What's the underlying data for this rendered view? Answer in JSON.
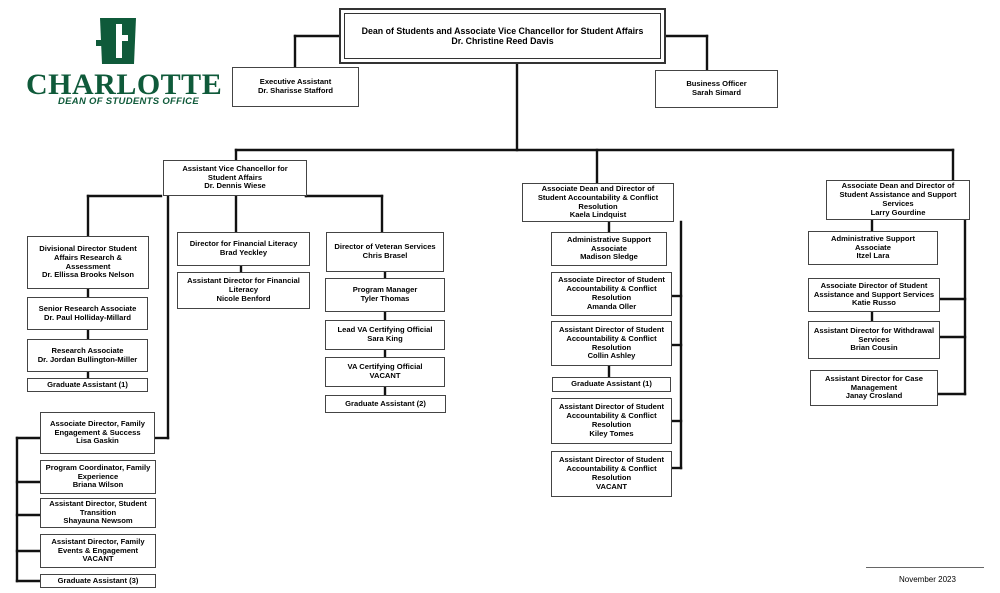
{
  "logo": {
    "wordmark": "CHARLOTTE",
    "subtitle": "DEAN OF STUDENTS OFFICE",
    "color": "#0f5a3a"
  },
  "date": "November 2023",
  "nodes": {
    "dean": {
      "title": "Dean of Students and Associate Vice Chancellor for Student Affairs",
      "name": "Dr. Christine Reed Davis"
    },
    "exec_asst": {
      "title": "Executive Assistant",
      "name": "Dr. Sharisse Stafford"
    },
    "biz_officer": {
      "title": "Business Officer",
      "name": "Sarah Simard"
    },
    "avc": {
      "title": "Assistant  Vice Chancellor for Student Affairs",
      "name": "Dr. Dennis Wiese"
    },
    "div_dir": {
      "title": "Divisional Director Student Affairs  Research & Assessment",
      "name": "Dr. Ellissa Brooks Nelson"
    },
    "sr_research": {
      "title": "Senior Research Associate",
      "name": "Dr. Paul Holliday-Millard"
    },
    "research_assoc": {
      "title": "Research Associate",
      "name": "Dr. Jordan Bullington-Miller"
    },
    "ga_research": {
      "title": "Graduate Assistant (1)",
      "name": ""
    },
    "dir_fin": {
      "title": "Director for Financial Literacy",
      "name": "Brad Yeckley"
    },
    "asst_fin": {
      "title": "Assistant  Director for Financial Literacy",
      "name": "Nicole Benford"
    },
    "dir_vet": {
      "title": "Director of Veteran  Services",
      "name": "Chris Brasel"
    },
    "prog_mgr": {
      "title": "Program Manager",
      "name": "Tyler Thomas"
    },
    "lead_va": {
      "title": "Lead VA  Certifying Official",
      "name": "Sara King"
    },
    "va_cert": {
      "title": "VA  Certifying Official",
      "name": "VACANT"
    },
    "ga_vet": {
      "title": "Graduate Assistant  (2)",
      "name": ""
    },
    "assoc_family": {
      "title": "Associate  Director, Family Engagement & Success",
      "name": "Lisa Gaskin"
    },
    "prog_coord": {
      "title": "Program Coordinator, Family Experience",
      "name": "Briana Wilson"
    },
    "asst_transition": {
      "title": "Assistant  Director,  Student Transition",
      "name": "Shayauna Newsom"
    },
    "asst_family_events": {
      "title": "Assistant  Director, Family Events & Engagement",
      "name": "VACANT"
    },
    "ga_family": {
      "title": "Graduate Assistant  (3)",
      "name": ""
    },
    "assoc_dean_acc": {
      "title": "Associate  Dean and Director of Student Accountability & Conflict Resolution",
      "name": "Kaela Lindquist"
    },
    "admin_acc": {
      "title": "Administrative  Support Associate",
      "name": "Madison Sledge"
    },
    "assoc_dir_acc": {
      "title": "Associate  Director of Student Accountability & Conflict Resolution",
      "name": "Amanda  Oller"
    },
    "asst_acc_1": {
      "title": "Assistant  Director of Student Accountability & Conflict Resolution",
      "name": "Collin Ashley"
    },
    "ga_acc": {
      "title": "Graduate Assistant  (1)",
      "name": ""
    },
    "asst_acc_2": {
      "title": "Assistant  Director of Student Accountability & Conflict Resolution",
      "name": "Kiley Tomes"
    },
    "asst_acc_3": {
      "title": "Assistant  Director of Student Accountability & Conflict Resolution",
      "name": "VACANT"
    },
    "assoc_dean_ass": {
      "title": "Associate  Dean and Director of Student Assistance  and Support Services",
      "name": "Larry Gourdine"
    },
    "admin_ass": {
      "title": "Administrative  Support Associate",
      "name": "Itzel Lara"
    },
    "assoc_dir_ass": {
      "title": "Associate  Director of Student Assistance  and Support Services",
      "name": "Katie Russo"
    },
    "asst_withdraw": {
      "title": "Assistant  Director for Withdrawal Services",
      "name": "Brian Cousin"
    },
    "asst_case": {
      "title": "Assistant  Director for Case Management",
      "name": "Janay Crosland"
    }
  }
}
